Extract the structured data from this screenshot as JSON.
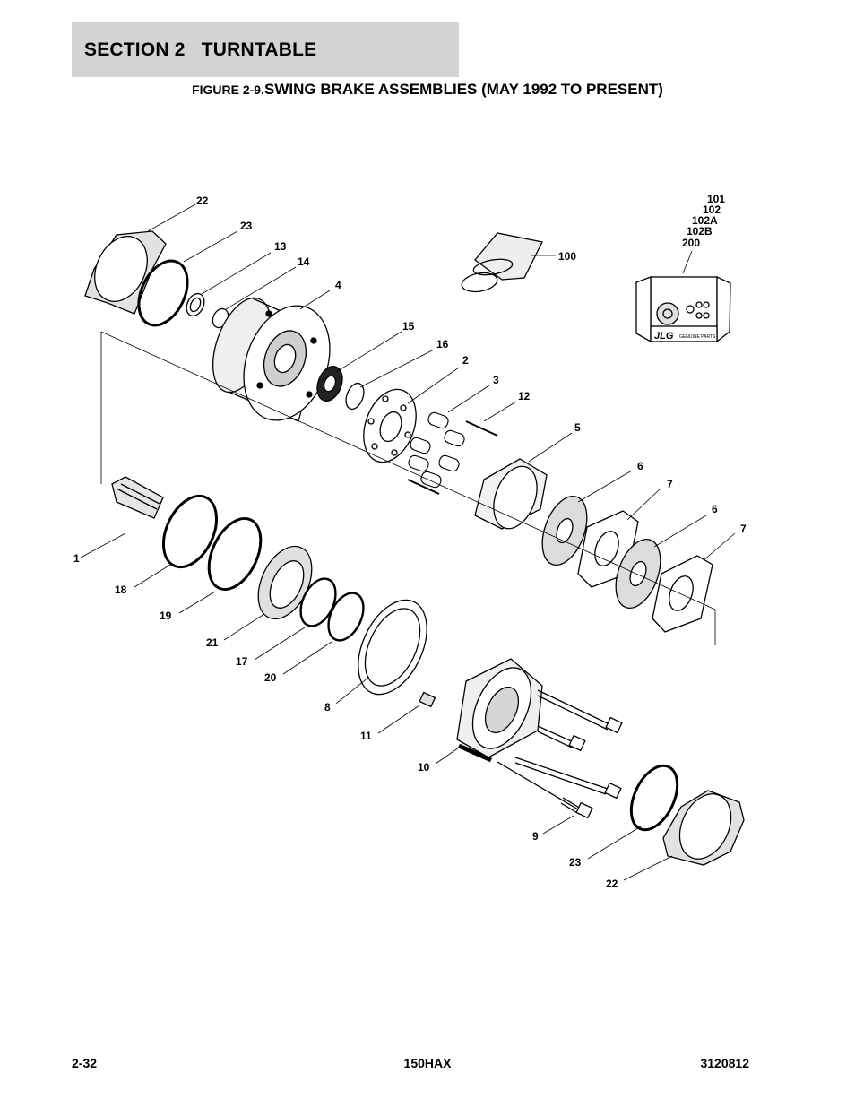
{
  "header": {
    "section_label": "SECTION 2",
    "section_name": "TURNTABLE"
  },
  "figure": {
    "number_prefix": "FIGURE 2-9.",
    "title": "SWING BRAKE ASSEMBLIES (MAY 1992 TO PRESENT)"
  },
  "callouts": {
    "c22_top": "22",
    "c23_top": "23",
    "c13": "13",
    "c14": "14",
    "c4": "4",
    "c15": "15",
    "c16": "16",
    "c2": "2",
    "c3": "3",
    "c12": "12",
    "c5": "5",
    "c6a": "6",
    "c7a": "7",
    "c6b": "6",
    "c7b": "7",
    "c1": "1",
    "c18": "18",
    "c19": "19",
    "c21": "21",
    "c17": "17",
    "c20": "20",
    "c8": "8",
    "c11": "11",
    "c10": "10",
    "c9": "9",
    "c23_bottom": "23",
    "c22_bottom": "22",
    "c100": "100",
    "c101": "101",
    "c102": "102",
    "c102a": "102A",
    "c102b": "102B",
    "c200": "200"
  },
  "kit": {
    "logo_text": "JLG",
    "badge_text": "GENUINE PARTS"
  },
  "footer": {
    "page_number": "2-32",
    "model": "150HAX",
    "doc_number": "3120812"
  }
}
